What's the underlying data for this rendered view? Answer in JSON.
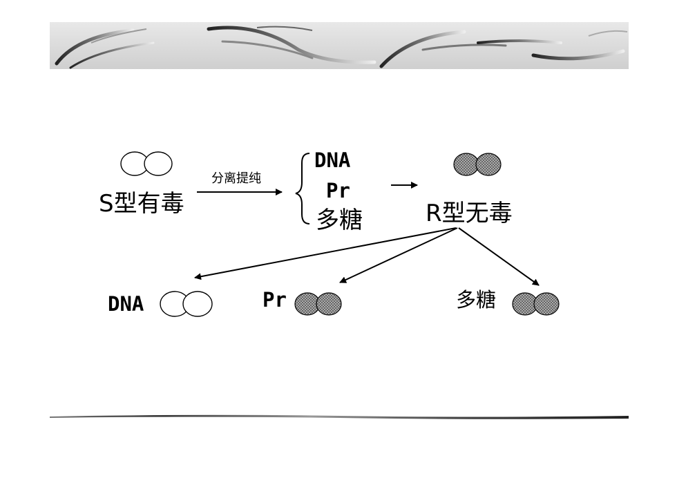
{
  "source": {
    "label": "S型有毒"
  },
  "process": {
    "label": "分离提纯"
  },
  "components": [
    "DNA",
    "Pr",
    "多糖"
  ],
  "target": {
    "label": "R型无毒"
  },
  "results": [
    {
      "label": "DNA",
      "outcome": "S型（光滑，无填充）"
    },
    {
      "label": "Pr",
      "outcome": "R型（有纹理填充）"
    },
    {
      "label": "多糖",
      "outcome": "R型（有纹理填充）"
    }
  ],
  "colors": {
    "ink": "#000000",
    "banner_bg": "#dcdcdc",
    "banner_stroke": "#555555",
    "pattern_fill": "#8a8a8a"
  }
}
